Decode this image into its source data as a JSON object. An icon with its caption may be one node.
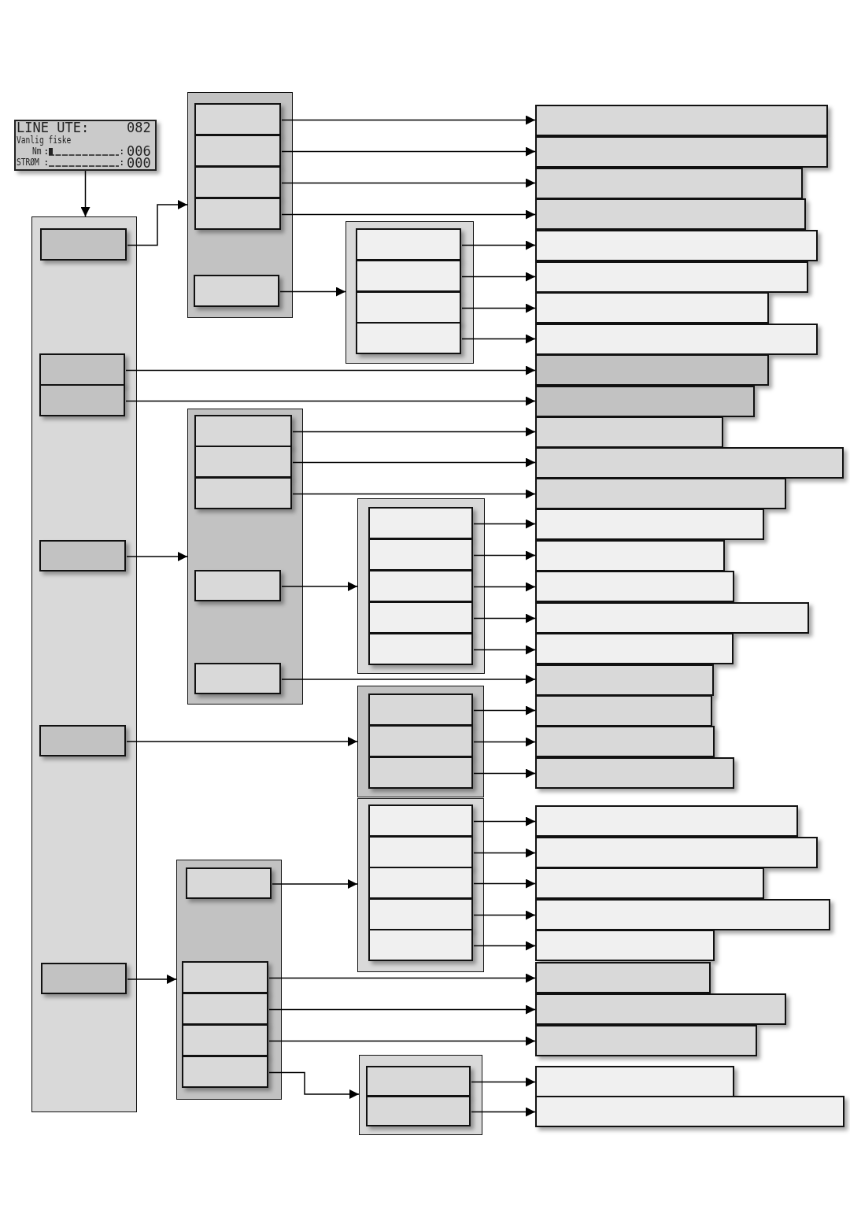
{
  "diagram": {
    "nodes": [
      {
        "text": [
          "LINE UTE:",
          "082",
          "Vanlig fiske",
          "Nm",
          "006",
          "STRØM",
          "000"
        ]
      },
      {
        "text": [],
        "shape": "box"
      },
      {
        "text": [],
        "shape": "box",
        "in": 1
      },
      {
        "text": [],
        "shape": "box",
        "in": 1
      },
      {
        "text": [],
        "shape": "box",
        "in": 1
      },
      {
        "text": [],
        "shape": "box",
        "in": 1
      },
      {
        "text": [],
        "shape": "box",
        "in": 1
      },
      {
        "text": [],
        "shape": "box",
        "in": 1
      },
      {
        "text": [],
        "shape": "box"
      },
      {
        "text": [],
        "shape": "box",
        "in": 8
      },
      {
        "text": [],
        "shape": "box",
        "in": 8
      },
      {
        "text": [],
        "shape": "box",
        "in": 8
      },
      {
        "text": [],
        "shape": "box",
        "in": 8
      },
      {
        "text": [],
        "shape": "box",
        "in": 8
      },
      {
        "text": [],
        "shape": "box"
      },
      {
        "text": [],
        "shape": "box",
        "in": 14
      },
      {
        "text": [],
        "shape": "box",
        "in": 14
      },
      {
        "text": [],
        "shape": "box",
        "in": 14
      },
      {
        "text": [],
        "shape": "box",
        "in": 14
      },
      {
        "text": [],
        "shape": "box"
      },
      {
        "text": [],
        "shape": "box",
        "in": 19
      },
      {
        "text": [],
        "shape": "box",
        "in": 19
      },
      {
        "text": [],
        "shape": "box",
        "in": 19
      },
      {
        "text": [],
        "shape": "box",
        "in": 19
      },
      {
        "text": [],
        "shape": "box",
        "in": 19
      },
      {
        "text": [],
        "shape": "box"
      },
      {
        "text": [],
        "shape": "box",
        "in": 25
      },
      {
        "text": [],
        "shape": "box",
        "in": 25
      },
      {
        "text": [],
        "shape": "box",
        "in": 25
      },
      {
        "text": [],
        "shape": "box",
        "in": 25
      },
      {
        "text": [],
        "shape": "box",
        "in": 25
      },
      {
        "text": [],
        "shape": "box"
      },
      {
        "text": [],
        "shape": "box",
        "in": 31
      },
      {
        "text": [],
        "shape": "box",
        "in": 31
      },
      {
        "text": [],
        "shape": "box",
        "in": 31
      },
      {
        "text": [],
        "shape": "box"
      },
      {
        "text": [],
        "shape": "box",
        "in": 35
      },
      {
        "text": [],
        "shape": "box",
        "in": 35
      },
      {
        "text": [],
        "shape": "box",
        "in": 35
      },
      {
        "text": [],
        "shape": "box",
        "in": 35
      },
      {
        "text": [],
        "shape": "box",
        "in": 35
      },
      {
        "text": [],
        "shape": "box"
      },
      {
        "text": [],
        "shape": "box",
        "in": 41
      },
      {
        "text": [],
        "shape": "box",
        "in": 41
      },
      {
        "text": [],
        "shape": "box",
        "in": 41
      },
      {
        "text": [],
        "shape": "box",
        "in": 41
      },
      {
        "text": [],
        "shape": "box",
        "in": 41
      },
      {
        "text": [],
        "shape": "box"
      },
      {
        "text": [],
        "shape": "box",
        "in": 47
      },
      {
        "text": [],
        "shape": "box",
        "in": 47
      },
      {
        "text": [],
        "shape": "bar"
      },
      {
        "text": [],
        "shape": "bar"
      },
      {
        "text": [],
        "shape": "bar"
      },
      {
        "text": [],
        "shape": "bar"
      },
      {
        "text": [],
        "shape": "bar"
      },
      {
        "text": [],
        "shape": "bar"
      },
      {
        "text": [],
        "shape": "bar"
      },
      {
        "text": [],
        "shape": "bar"
      },
      {
        "text": [],
        "shape": "bar"
      },
      {
        "text": [],
        "shape": "bar"
      },
      {
        "text": [],
        "shape": "bar"
      },
      {
        "text": [],
        "shape": "bar"
      },
      {
        "text": [],
        "shape": "bar"
      },
      {
        "text": [],
        "shape": "bar"
      },
      {
        "text": [],
        "shape": "bar"
      },
      {
        "text": [],
        "shape": "bar"
      },
      {
        "text": [],
        "shape": "bar"
      },
      {
        "text": [],
        "shape": "bar"
      },
      {
        "text": [],
        "shape": "bar"
      },
      {
        "text": [],
        "shape": "bar"
      },
      {
        "text": [],
        "shape": "bar"
      },
      {
        "text": [],
        "shape": "bar"
      },
      {
        "text": [],
        "shape": "bar"
      },
      {
        "text": [],
        "shape": "bar"
      },
      {
        "text": [],
        "shape": "bar"
      },
      {
        "text": [],
        "shape": "bar"
      },
      {
        "text": [],
        "shape": "bar"
      },
      {
        "text": [],
        "shape": "bar"
      },
      {
        "text": [],
        "shape": "bar"
      },
      {
        "text": [],
        "shape": "bar"
      },
      {
        "text": [],
        "shape": "bar"
      },
      {
        "text": [],
        "shape": "bar"
      }
    ],
    "edges": [
      {
        "from": 0,
        "to": 1,
        "arrow": "to"
      },
      {
        "from": 2,
        "to": 8,
        "arrow": "to"
      },
      {
        "from": 9,
        "to": 50,
        "arrow": "to"
      },
      {
        "from": 10,
        "to": 51,
        "arrow": "to"
      },
      {
        "from": 11,
        "to": 52,
        "arrow": "to"
      },
      {
        "from": 12,
        "to": 53,
        "arrow": "to"
      },
      {
        "from": 13,
        "to": 14,
        "arrow": "to"
      },
      {
        "from": 15,
        "to": 54,
        "arrow": "to"
      },
      {
        "from": 16,
        "to": 55,
        "arrow": "to"
      },
      {
        "from": 17,
        "to": 56,
        "arrow": "to"
      },
      {
        "from": 18,
        "to": 57,
        "arrow": "to"
      },
      {
        "from": 3,
        "to": 58,
        "arrow": "to"
      },
      {
        "from": 4,
        "to": 59,
        "arrow": "to"
      },
      {
        "from": 5,
        "to": 19,
        "arrow": "to"
      },
      {
        "from": 20,
        "to": 60,
        "arrow": "to"
      },
      {
        "from": 21,
        "to": 61,
        "arrow": "to"
      },
      {
        "from": 22,
        "to": 62,
        "arrow": "to"
      },
      {
        "from": 23,
        "to": 25,
        "arrow": "to"
      },
      {
        "from": 26,
        "to": 63,
        "arrow": "to"
      },
      {
        "from": 27,
        "to": 64,
        "arrow": "to"
      },
      {
        "from": 28,
        "to": 65,
        "arrow": "to"
      },
      {
        "from": 29,
        "to": 66,
        "arrow": "to"
      },
      {
        "from": 30,
        "to": 67,
        "arrow": "to"
      },
      {
        "from": 24,
        "to": 68,
        "arrow": "to"
      },
      {
        "from": 6,
        "to": 31,
        "arrow": "to"
      },
      {
        "from": 32,
        "to": 69,
        "arrow": "to"
      },
      {
        "from": 33,
        "to": 70,
        "arrow": "to"
      },
      {
        "from": 34,
        "to": 71,
        "arrow": "to"
      },
      {
        "from": 42,
        "to": 35,
        "arrow": "to"
      },
      {
        "from": 36,
        "to": 72,
        "arrow": "to"
      },
      {
        "from": 37,
        "to": 73,
        "arrow": "to"
      },
      {
        "from": 38,
        "to": 74,
        "arrow": "to"
      },
      {
        "from": 39,
        "to": 75,
        "arrow": "to"
      },
      {
        "from": 40,
        "to": 76,
        "arrow": "to"
      },
      {
        "from": 7,
        "to": 41,
        "arrow": "to"
      },
      {
        "from": 43,
        "to": 77,
        "arrow": "to"
      },
      {
        "from": 44,
        "to": 78,
        "arrow": "to"
      },
      {
        "from": 45,
        "to": 79,
        "arrow": "to"
      },
      {
        "from": 46,
        "to": 47,
        "arrow": "to"
      },
      {
        "from": 48,
        "to": 80,
        "arrow": "to"
      },
      {
        "from": 49,
        "to": 81,
        "arrow": "to"
      }
    ]
  }
}
